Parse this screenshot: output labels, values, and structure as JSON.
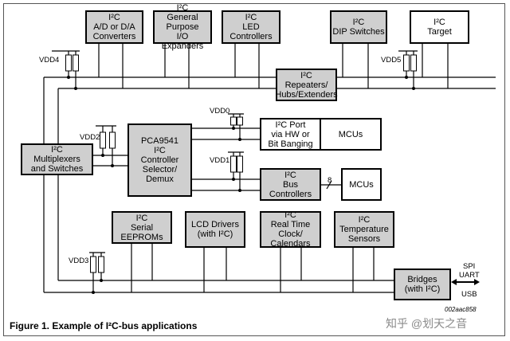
{
  "caption": "Figure 1.  Example of I²C-bus applications",
  "code": "002aac858",
  "watermark": "知乎 @划天之音",
  "boxes": {
    "adc": "I²C\nA/D or D/A\nConverters",
    "gpio": "I²C\nGeneral Purpose\nI/O Expanders",
    "led": "I²C\nLED Controllers",
    "dip": "I²C\nDIP Switches",
    "target": "I²C\nTarget",
    "repeaters": "I²C\nRepeaters/\nHubs/Extenders",
    "mux": "I²C\nMultiplexers\nand Switches",
    "pca": "PCA9541\nI²C\nController Selector/\nDemux",
    "port": "I²C Port\nvia HW or\nBit Banging",
    "mcu1": "MCUs",
    "busctl": "I²C\nBus Controllers",
    "mcu2": "MCUs",
    "eeprom": "I²C\nSerial EEPROMs",
    "lcd": "LCD Drivers\n(with I²C)",
    "rtc": "I²C\nReal Time Clock/\nCalendars",
    "temp": "I²C\nTemperature\nSensors",
    "bridges": "Bridges\n(with I²C)"
  },
  "labels": {
    "vdd4": "VDD4",
    "vdd5": "VDD5",
    "vdd0": "VDD0",
    "vdd1": "VDD1",
    "vdd2": "VDD2",
    "vdd3": "VDD3",
    "bus_width": "8",
    "spi": "SPI",
    "uart": "UART",
    "usb": "USB"
  }
}
